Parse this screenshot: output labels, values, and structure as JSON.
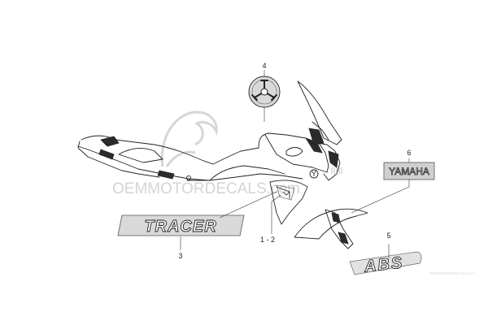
{
  "watermark": {
    "main": "OEMMOTORDECALS.com",
    "small": "OEM-MOTORDECALS.com"
  },
  "callouts": [
    {
      "id": "tracer-decal",
      "number": "3"
    },
    {
      "id": "side-panel-decal",
      "number": "1 - 2"
    },
    {
      "id": "tuning-fork-emblem",
      "number": "4"
    },
    {
      "id": "abs-decal",
      "number": "5"
    },
    {
      "id": "yamaha-decal",
      "number": "6"
    }
  ],
  "decals": {
    "tracer": "TRACER",
    "yamaha": "YAMAHA",
    "abs": "ABS"
  }
}
